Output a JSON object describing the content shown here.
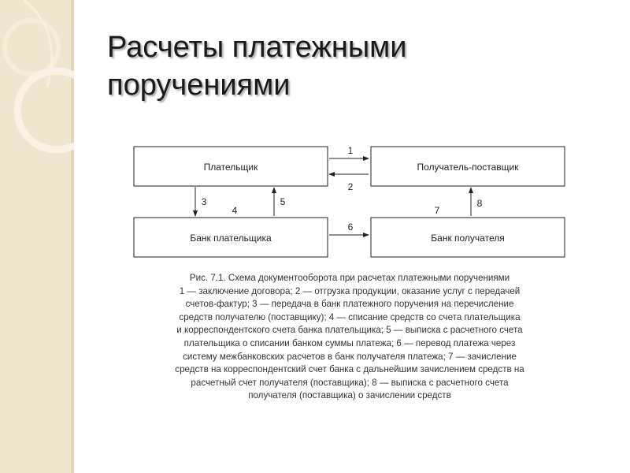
{
  "slide": {
    "title_line1": "Расчеты платежными",
    "title_line2": "поручениями"
  },
  "diagram": {
    "nodes": {
      "payer": "Плательщик",
      "recipient": "Получатель-поставщик",
      "payer_bank": "Банк плательщика",
      "recipient_bank": "Банк получателя"
    },
    "edges": [
      "1",
      "2",
      "3",
      "4",
      "5",
      "6",
      "7",
      "8"
    ]
  },
  "caption": {
    "lines": [
      "Рис. 7.1. Схема документооборота при расчетах платежными поручениями",
      "1 — заключение договора; 2 — отгрузка продукции, оказание услуг с передачей",
      "счетов-фактур; 3 — передача в банк платежного поручения на перечисление",
      "средств получателю (поставщику); 4 — списание средств со счета плательщика",
      "и корреспондентского счета банка плательщика; 5 — выписка с расчетного счета",
      "плательщика о списании банком суммы платежа; 6 — перевод платежа через",
      "систему межбанковских расчетов в банк получателя платежа; 7 — зачисление",
      "средств на корреспондентский счет банка с дальнейшим зачислением средств на",
      "расчетный счет получателя (поставщика); 8 — выписка с расчетного счета",
      "получателя (поставщика) о зачислении средств"
    ]
  }
}
